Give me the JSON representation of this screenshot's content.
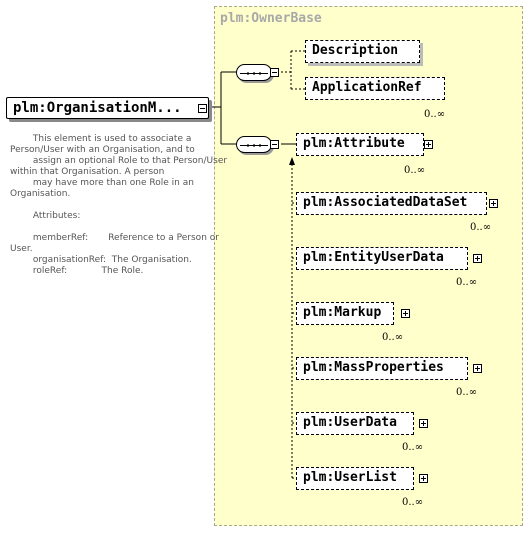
{
  "diagram": {
    "root": {
      "label": "plm:OrganisationM..."
    },
    "group_title": "plm:OwnerBase",
    "sequence_top": {
      "children": [
        {
          "label": "Description",
          "cardinality": ""
        },
        {
          "label": "ApplicationRef",
          "cardinality": "0..∞"
        }
      ]
    },
    "sequence_bottom": {
      "children": [
        {
          "label": "plm:Attribute",
          "cardinality": "0..∞"
        },
        {
          "label": "plm:AssociatedDataSet",
          "cardinality": "0..∞"
        },
        {
          "label": "plm:EntityUserData",
          "cardinality": "0..∞"
        },
        {
          "label": "plm:Markup",
          "cardinality": "0..∞"
        },
        {
          "label": "plm:MassProperties",
          "cardinality": "0..∞"
        },
        {
          "label": "plm:UserData",
          "cardinality": "0..∞"
        },
        {
          "label": "plm:UserList",
          "cardinality": "0..∞"
        }
      ]
    },
    "documentation": [
      "        This element is used to associate a",
      "Person/User with an Organisation, and to",
      "        assign an optional Role to that Person/User",
      "within that Organisation. A person",
      "        may have more than one Role in an",
      "Organisation.",
      "",
      "        Attributes:",
      "",
      "        memberRef:       Reference to a Person or",
      "User.",
      "        organisationRef:  The Organisation.",
      "        roleRef:            The Role."
    ]
  }
}
